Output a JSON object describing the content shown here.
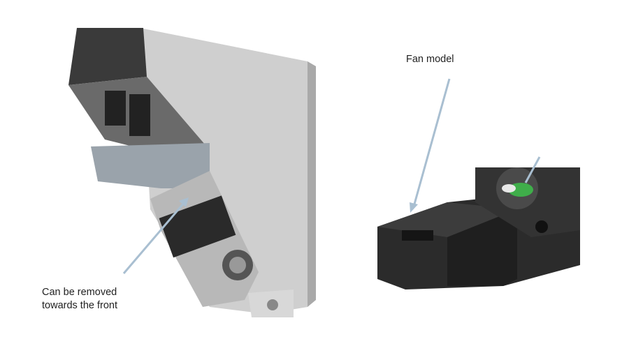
{
  "annotations": {
    "fan_model": "Fan model",
    "removable_line1": "Can be removed",
    "removable_line2": "towards the front"
  },
  "colors": {
    "arrow": "#a9bfd1",
    "housing": "#c9c9c9",
    "fan_module": "#2b2b2b"
  }
}
